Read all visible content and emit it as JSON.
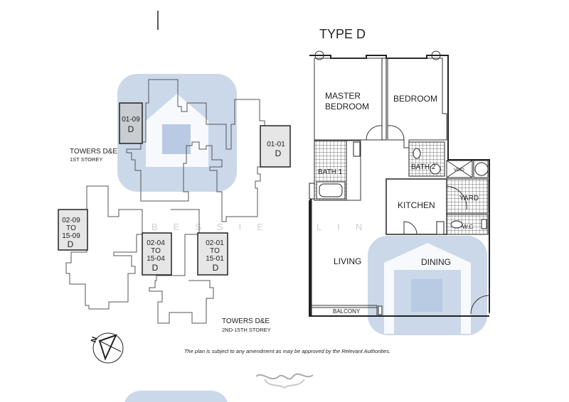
{
  "title": "TYPE D",
  "watermark": {
    "text": "BESSIE LINK",
    "logo": "house-logo",
    "color": "#b9cbe3"
  },
  "key_plan": {
    "first_storey": {
      "label": "TOWERS D&E",
      "sublabel": "1ST STOREY",
      "units": [
        {
          "number": "01-09",
          "type": "D"
        },
        {
          "number": "01-01",
          "type": "D"
        }
      ]
    },
    "upper_storeys": {
      "label": "TOWERS D&E",
      "sublabel": "2ND-15TH STOREY",
      "units": [
        {
          "from": "02-09",
          "to_word": "TO",
          "to": "15-09",
          "type": "D"
        },
        {
          "from": "02-04",
          "to_word": "TO",
          "to": "15-04",
          "type": "D"
        },
        {
          "from": "02-01",
          "to_word": "TO",
          "to": "15-01",
          "type": "D"
        }
      ]
    },
    "compass": {
      "label": "N",
      "icon": "north-arrow-icon"
    }
  },
  "floor_plan": {
    "rooms": {
      "master_1": "MASTER",
      "master_2": "BEDROOM",
      "bedroom": "BEDROOM",
      "bath1": "BATH 1",
      "bath2": "BATH 2",
      "void": "VOID",
      "kitchen": "KITCHEN",
      "yard": "YARD",
      "wc": "W.C",
      "living": "LIVING",
      "dining": "DINING",
      "balcony": "BALCONY"
    }
  },
  "disclaimer": "The plan is subject to any amendment as may be approved by the Relevant Authorities."
}
